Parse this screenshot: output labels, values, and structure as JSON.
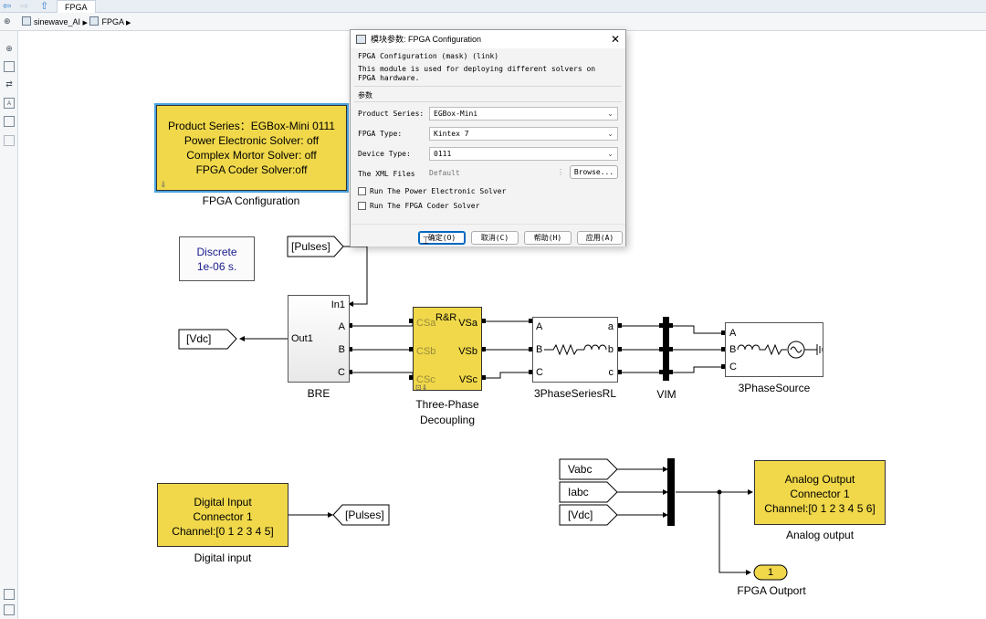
{
  "window": {
    "tab": "FPGA"
  },
  "breadcrumb": {
    "model": "sinewave_AI",
    "sep": "▶",
    "subsystem": "FPGA"
  },
  "blocks": {
    "fpga_config": {
      "lines": [
        "Product Series：EGBox-Mini 0111",
        "Power Electronic Solver: off",
        "Complex Mortor Solver: off",
        "FPGA Coder Solver:off"
      ],
      "label": "FPGA Configuration"
    },
    "discrete": {
      "line1": "Discrete",
      "line2": "1e-06 s."
    },
    "goto_pulses_top": "[Pulses]",
    "from_vdc": "[Vdc]",
    "bre": {
      "ports_in": [
        "In1"
      ],
      "port_out": "Out1",
      "ports_abc": [
        "A",
        "B",
        "C"
      ],
      "label": "BRE"
    },
    "decoupling": {
      "title": "R&R",
      "ports_left": [
        "CSa",
        "CSb",
        "CSc"
      ],
      "ports_right": [
        "VSa",
        "VSb",
        "VSc"
      ],
      "label_line1": "Three-Phase",
      "label_line2": "Decoupling"
    },
    "series_rl": {
      "ports_left": [
        "A",
        "B",
        "C"
      ],
      "ports_right": [
        "a",
        "b",
        "c"
      ],
      "label": "3PhaseSeriesRL"
    },
    "vim": {
      "label": "VIM"
    },
    "source": {
      "ports": [
        "A",
        "B",
        "C"
      ],
      "label": "3PhaseSource"
    },
    "digital_input": {
      "lines": [
        "Digital Input",
        "Connector 1",
        "Channel:[0 1 2 3 4 5]"
      ],
      "label": "Digital input"
    },
    "goto_pulses_bottom": "[Pulses]",
    "from_vabc": "Vabc",
    "from_iabc": "Iabc",
    "from_vdc2": "[Vdc]",
    "analog_output": {
      "lines": [
        "Analog Output",
        "Connector 1",
        "Channel:[0 1 2 3 4 5 6]"
      ],
      "label": "Analog output"
    },
    "outport": {
      "number": "1",
      "label": "FPGA Outport"
    }
  },
  "dialog": {
    "title": "模块参数: FPGA Configuration",
    "header": "FPGA Configuration (mask) (link)",
    "description_line1": "This module is used for deploying different solvers on",
    "description_line2": "FPGA hardware.",
    "params_heading": "参数",
    "product_series": {
      "label": "Product Series:",
      "value": "EGBox-Mini"
    },
    "fpga_type": {
      "label": "FPGA Type:",
      "value": "Kintex 7"
    },
    "device_type": {
      "label": "Device Type:",
      "value": "0111"
    },
    "xml_files": {
      "label": "The XML Files",
      "placeholder": "Default",
      "browse": "Browse..."
    },
    "checkbox_power": "Run The Power Electronic Solver",
    "checkbox_coder": "Run The FPGA Coder Solver",
    "buttons": {
      "ok": "确定(O)",
      "cancel": "取消(C)",
      "help": "帮助(H)",
      "apply": "应用(A)"
    }
  },
  "colors": {
    "block_yellow": "#f0d84a",
    "dialog_bg": "#f3f3f3",
    "discrete_text": "#1a1a8c"
  }
}
